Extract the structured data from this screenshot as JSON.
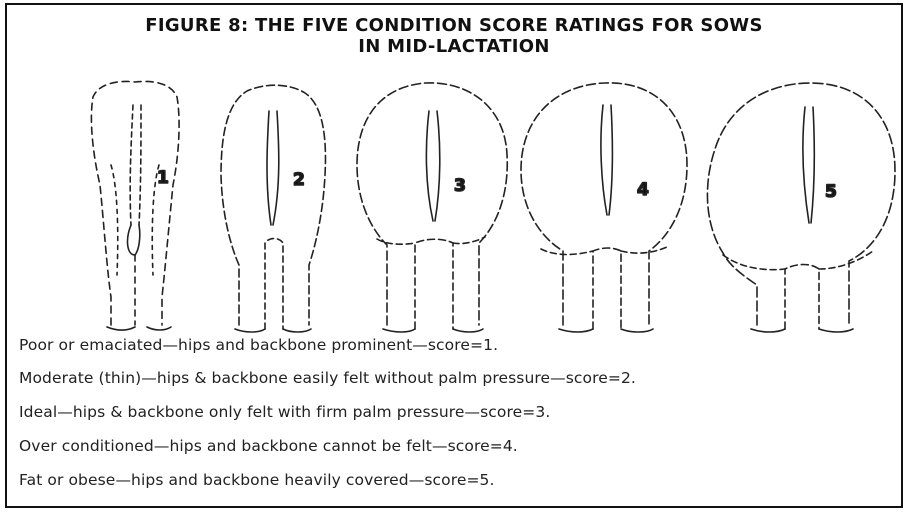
{
  "figure": {
    "title_line1": "FIGURE 8: THE FIVE CONDITION SCORE RATINGS FOR SOWS",
    "title_line2": "IN MID-LACTATION",
    "scores": [
      {
        "label": "1"
      },
      {
        "label": "2"
      },
      {
        "label": "3"
      },
      {
        "label": "4"
      },
      {
        "label": "5"
      }
    ],
    "captions": [
      "Poor or emaciated—hips and backbone prominent—score=1.",
      "Moderate (thin)—hips & backbone easily felt without palm pressure—score=2.",
      "Ideal—hips & backbone only felt with firm palm pressure—score=3.",
      "Over conditioned—hips and backbone cannot be felt—score=4.",
      "Fat or obese—hips and backbone heavily covered—score=5."
    ]
  }
}
